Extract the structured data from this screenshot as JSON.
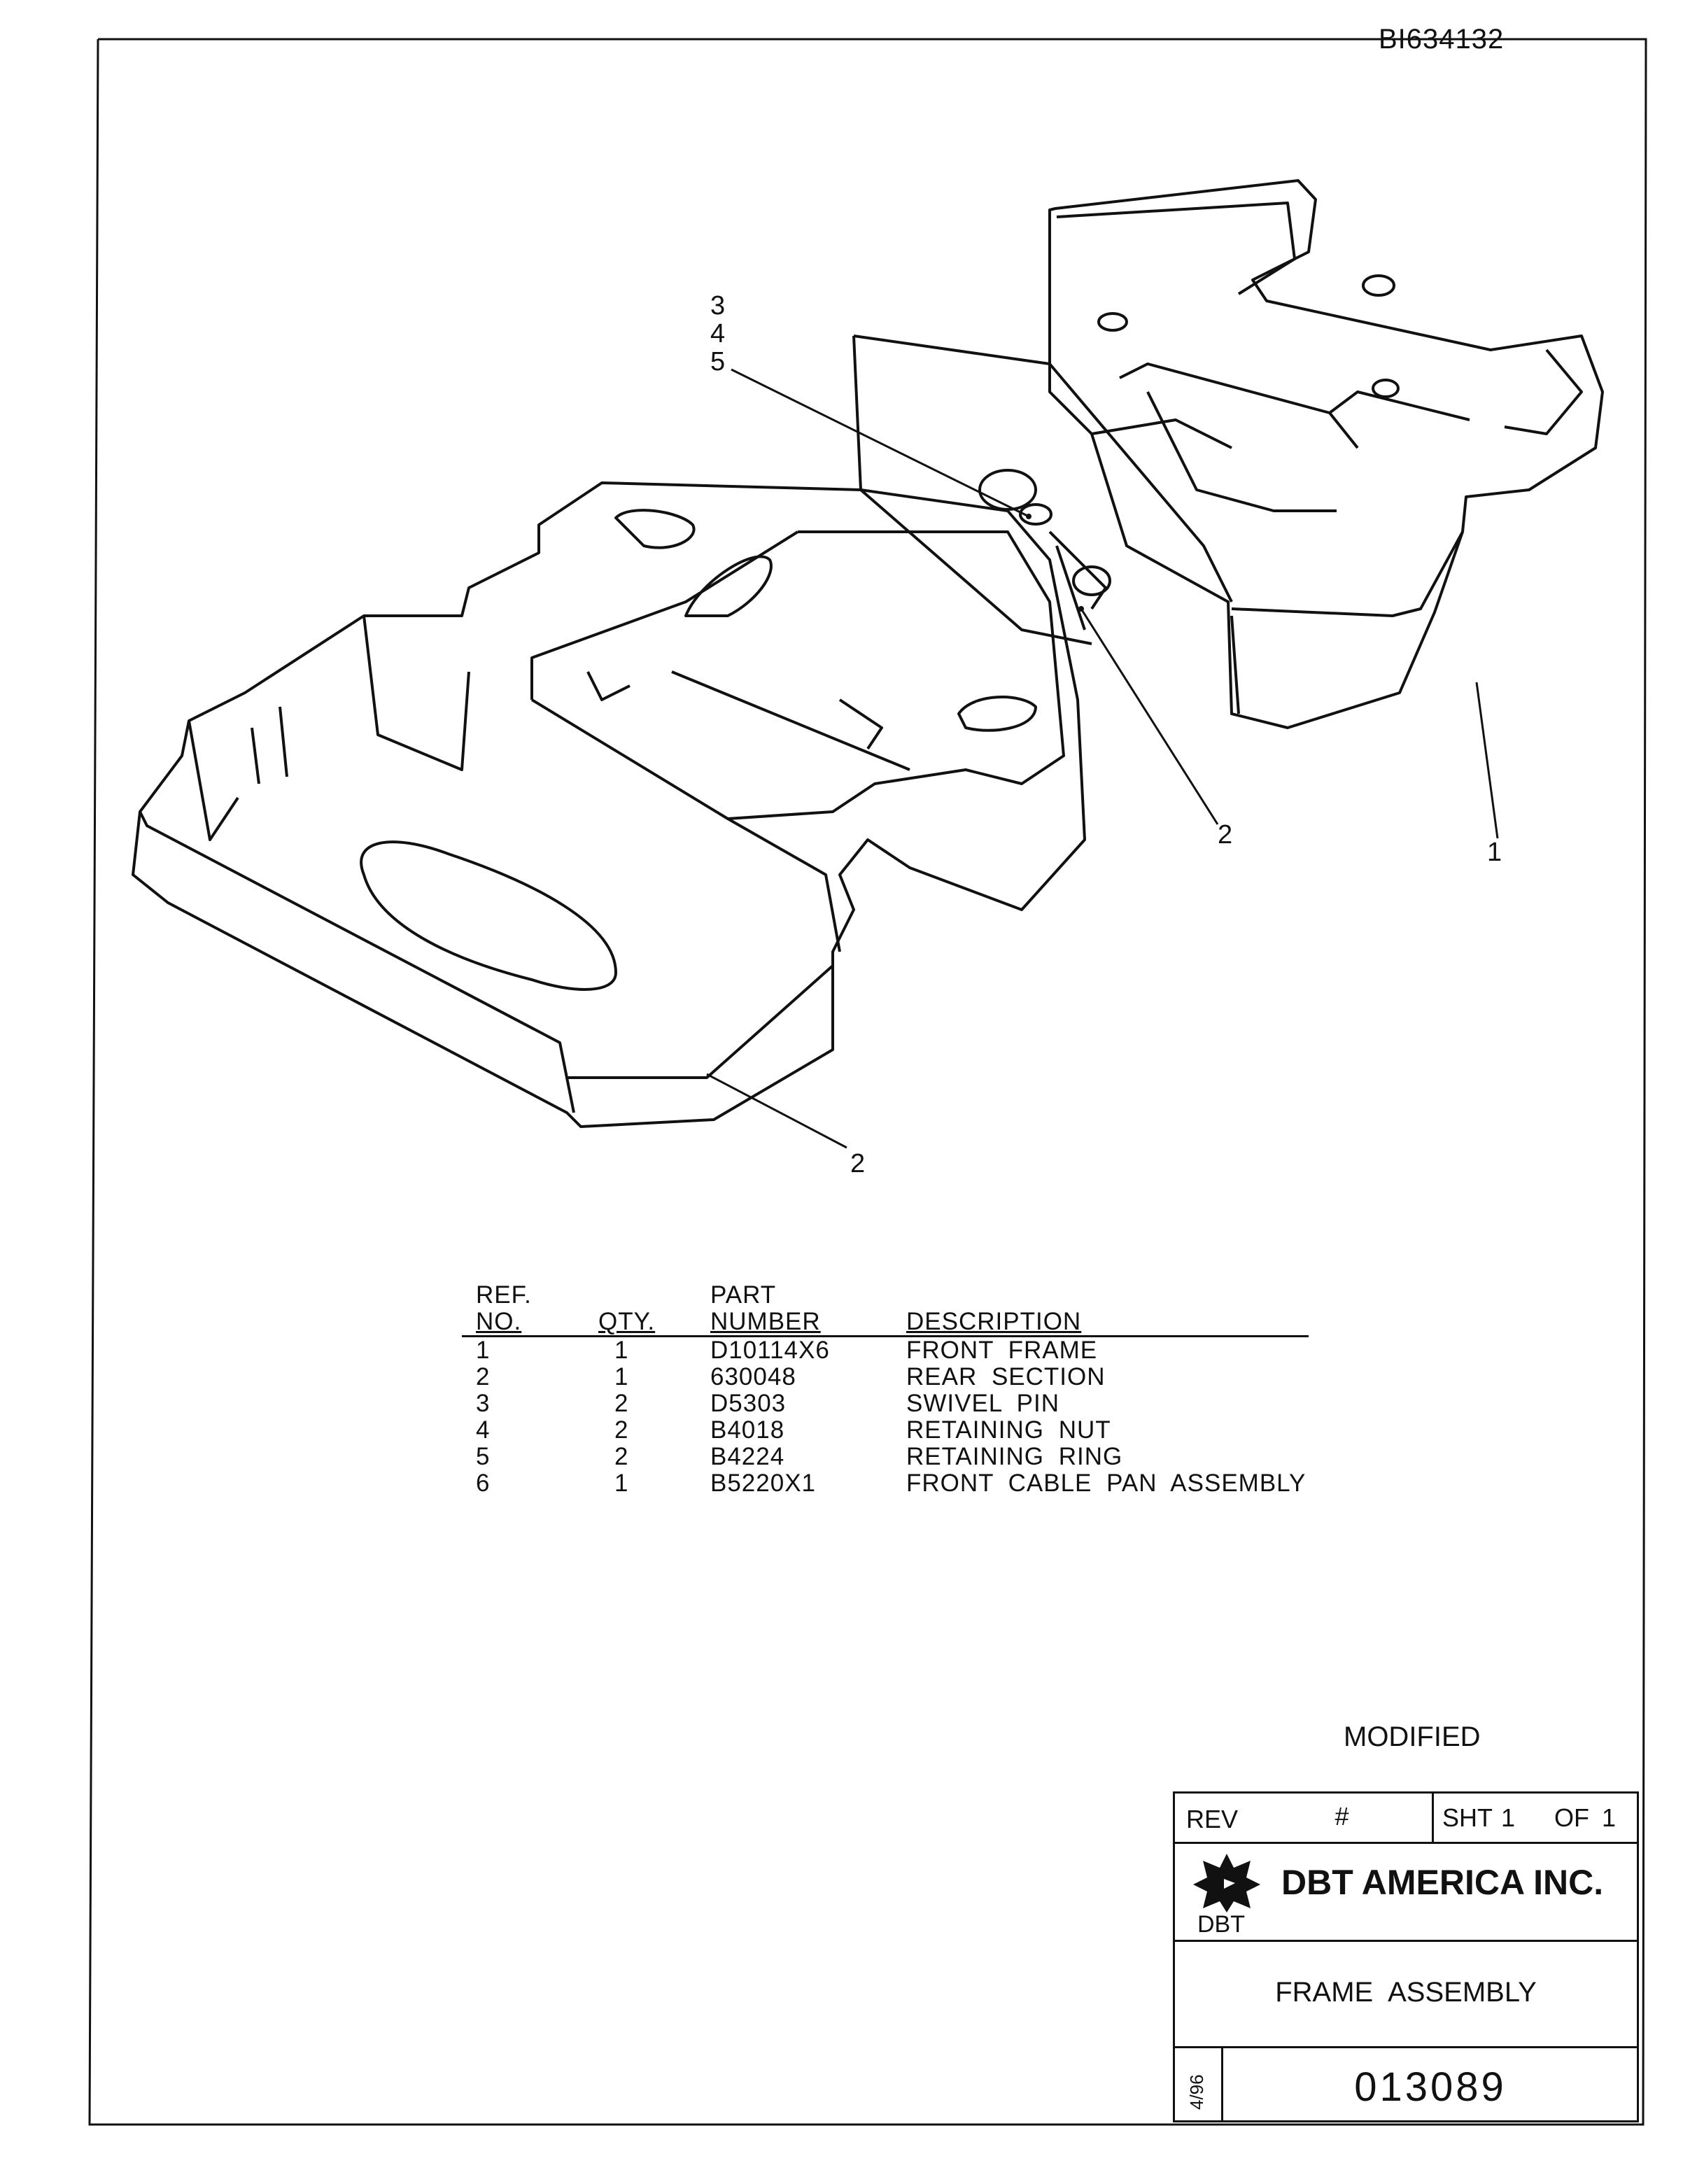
{
  "document_id": "BI634132",
  "callouts": {
    "ref_3": "3",
    "ref_4": "4",
    "ref_5": "5",
    "ref_2_front": "2",
    "ref_1": "1",
    "ref_2_rear": "2"
  },
  "bom": {
    "headers": {
      "ref_top": "REF.",
      "ref_bottom": "NO.",
      "qty": "QTY.",
      "part_top": "PART",
      "part_bottom": "NUMBER",
      "description": "DESCRIPTION"
    },
    "rows": [
      {
        "ref": "1",
        "qty": "1",
        "part": "D10114X6",
        "description": "FRONT FRAME"
      },
      {
        "ref": "2",
        "qty": "1",
        "part": "630048",
        "description": "REAR SECTION"
      },
      {
        "ref": "3",
        "qty": "2",
        "part": "D5303",
        "description": "SWIVEL PIN"
      },
      {
        "ref": "4",
        "qty": "2",
        "part": "B4018",
        "description": "RETAINING NUT"
      },
      {
        "ref": "5",
        "qty": "2",
        "part": "B4224",
        "description": "RETAINING RING"
      },
      {
        "ref": "6",
        "qty": "1",
        "part": "B5220X1",
        "description": "FRONT CABLE PAN ASSEMBLY"
      }
    ]
  },
  "modified": "MODIFIED",
  "title_block": {
    "rev_label": "REV",
    "rev_value": "#",
    "sheet_label": "SHT",
    "sheet_num": "1",
    "of_label": "OF",
    "sheet_total": "1",
    "company": "DBT AMERICA INC.",
    "logo_text": "DBT",
    "title": "FRAME ASSEMBLY",
    "date": "4/96",
    "drawing_number": "013089"
  },
  "icons": {
    "logo": "dbt-star-logo-icon"
  }
}
